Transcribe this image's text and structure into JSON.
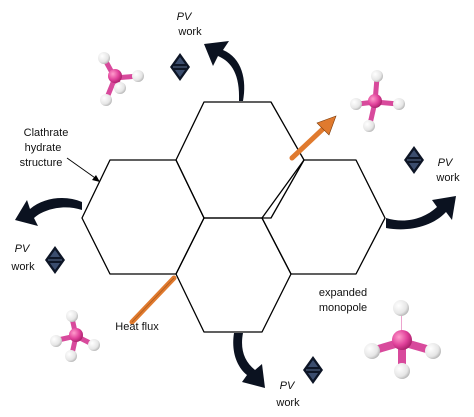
{
  "labels": {
    "pv": "PV",
    "work": "work",
    "clathrate_line1": "Clathrate",
    "clathrate_line2": "hydrate",
    "clathrate_line3": "structure",
    "heat_flux": "Heat flux",
    "expanded_line1": "expanded",
    "expanded_line2": "monopole"
  },
  "colors": {
    "hex_stroke": "#000000",
    "arrow_dark": "#0b1220",
    "heat_arrow": "#e07a2e",
    "atom_center": "#e0409a",
    "atom_outer": "#ebebeb"
  },
  "icons": [
    "diamond-up-down-icon",
    "molecule-icon",
    "curved-arrow-icon",
    "straight-arrow-icon"
  ]
}
